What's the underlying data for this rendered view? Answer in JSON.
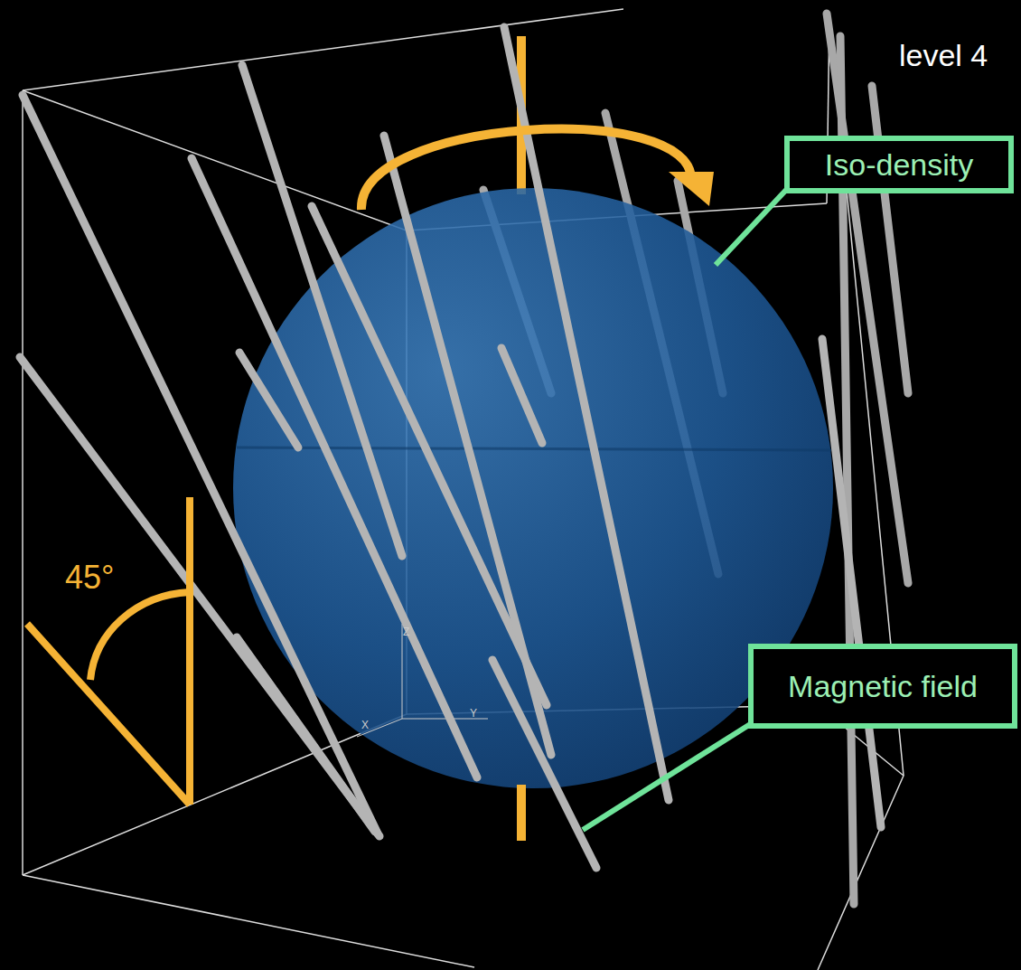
{
  "diagram": {
    "nodes": [
      {
        "text": [
          "Iso-density"
        ]
      },
      {
        "text": [
          "Magnetic field"
        ]
      }
    ],
    "labels": [
      "level 4",
      "45°",
      "Z",
      "X",
      "Y"
    ]
  }
}
